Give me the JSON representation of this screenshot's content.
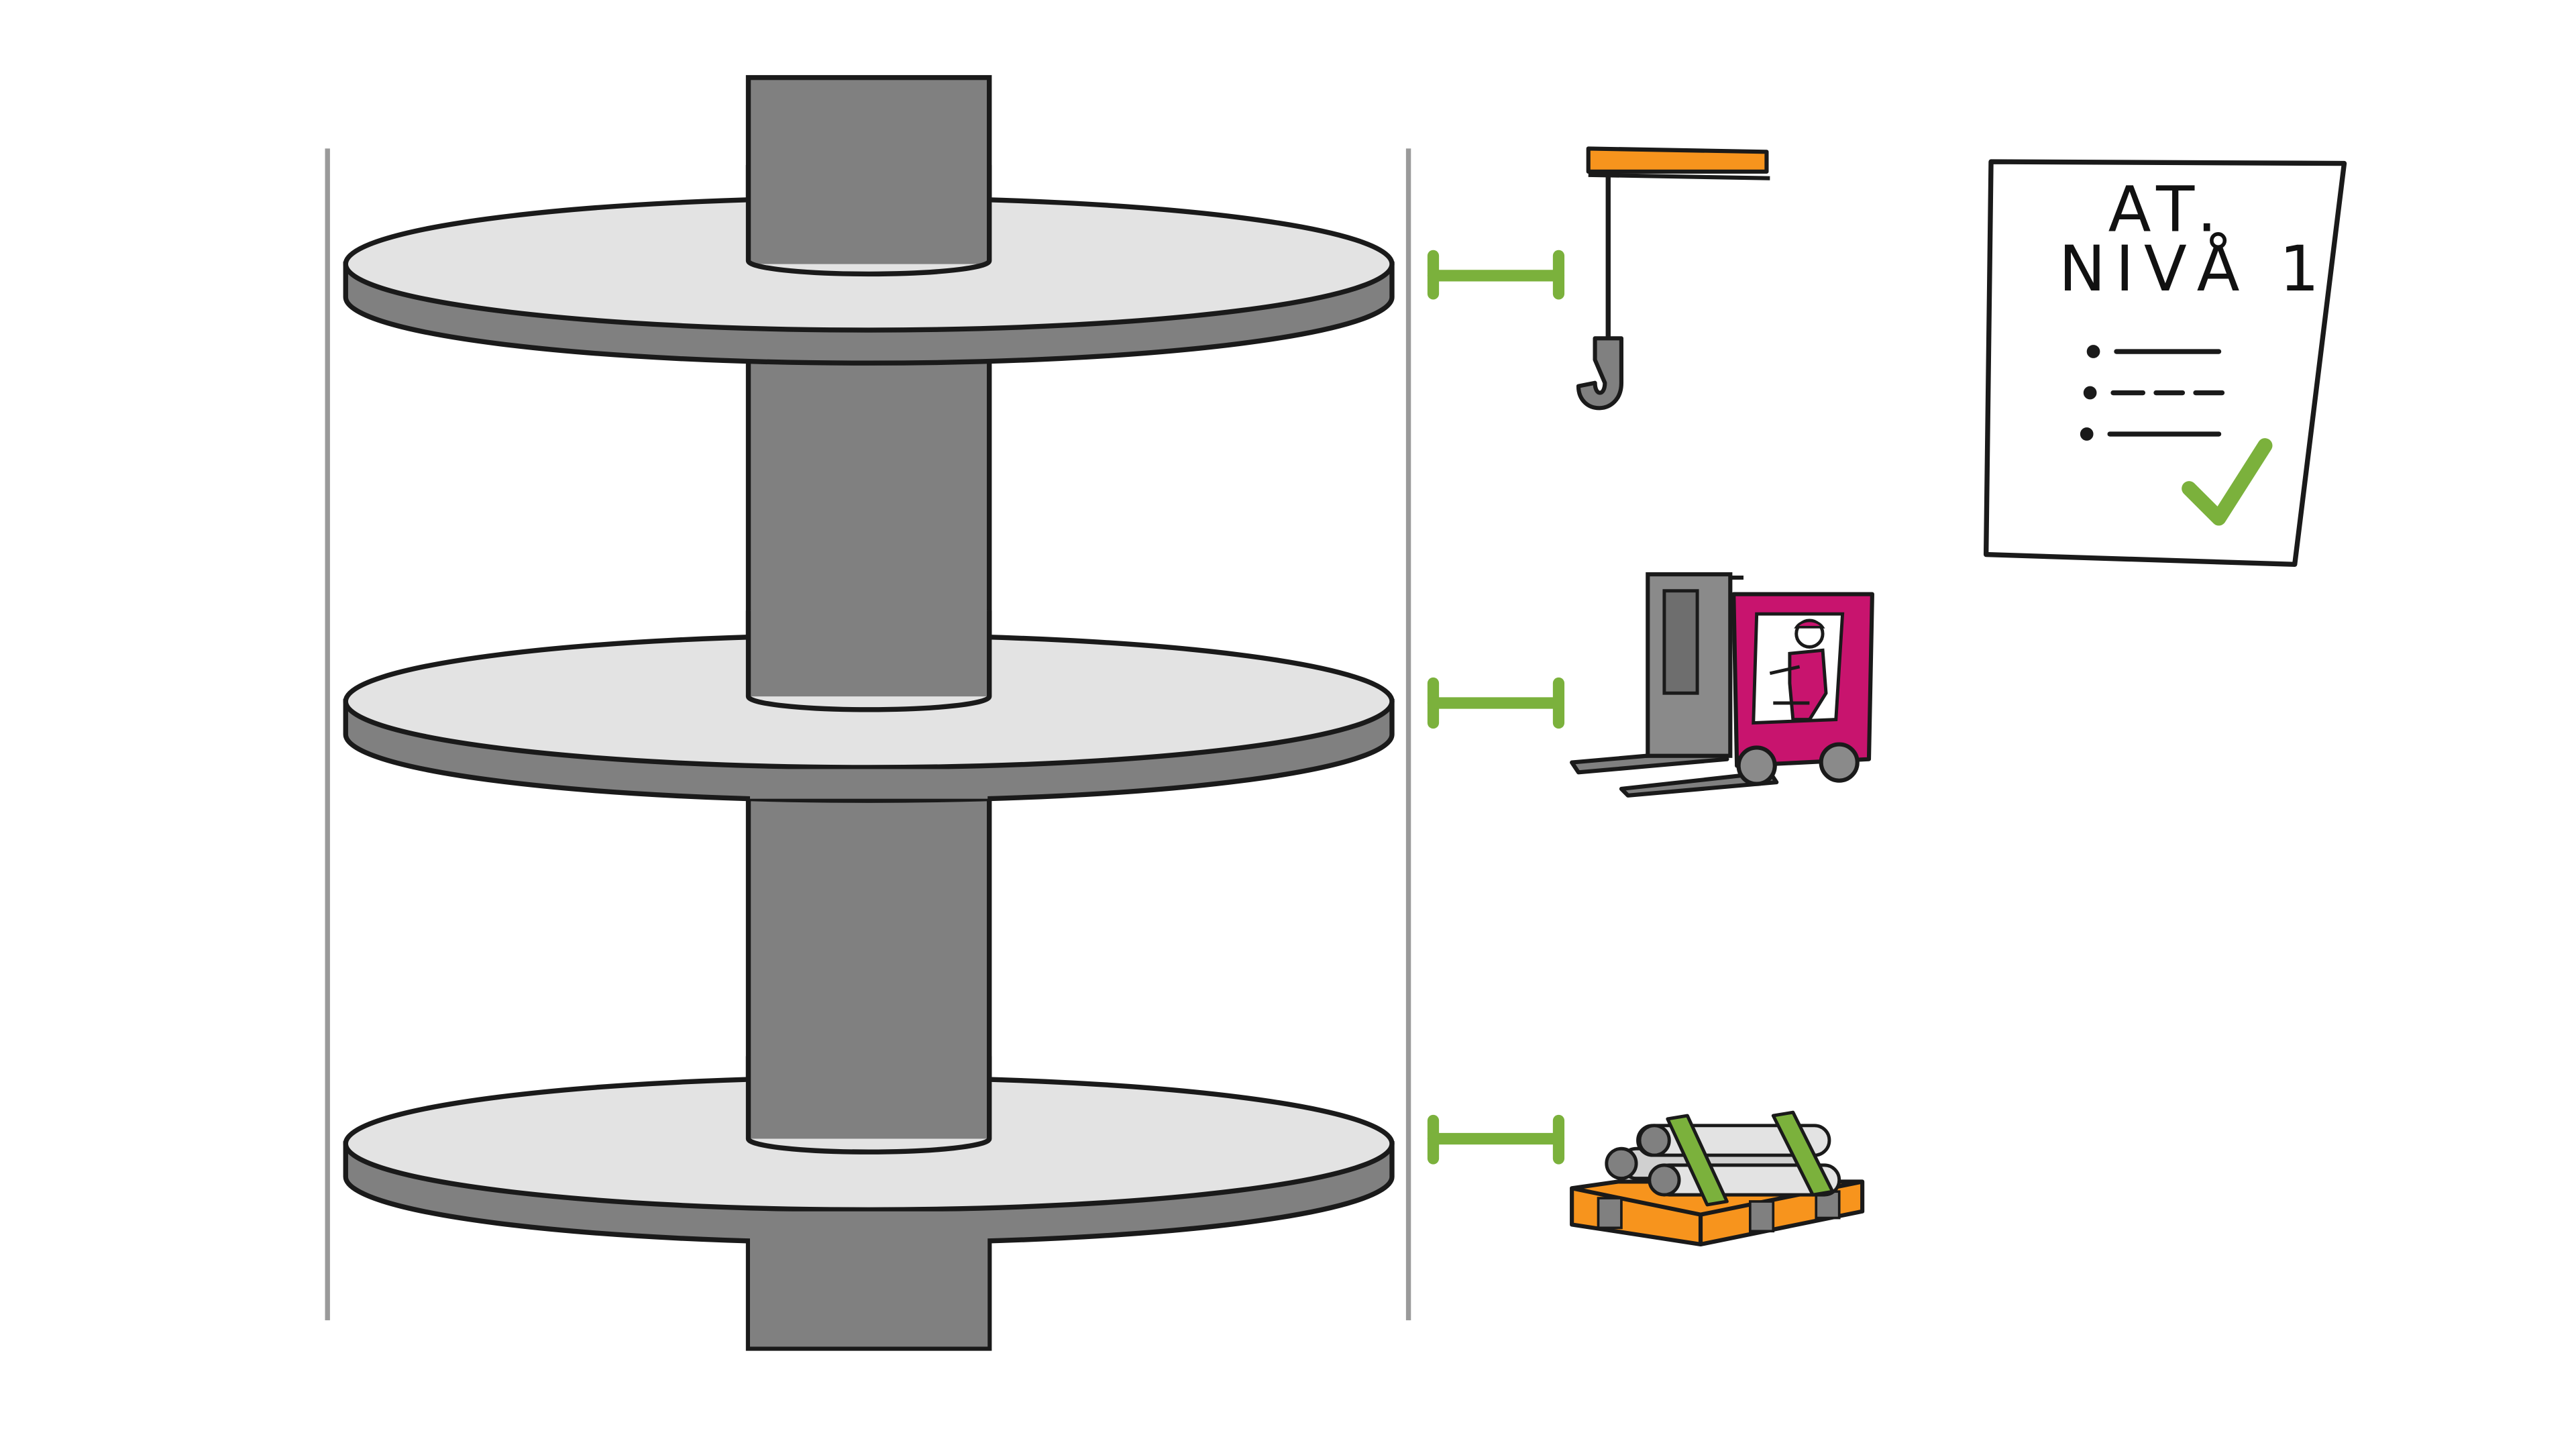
{
  "document": {
    "line1": "AT.",
    "line2": "NIVÅ 1",
    "checklist_items": 3,
    "checked": true
  },
  "colors": {
    "outline": "#1a1a1a",
    "shaft_gray": "#808080",
    "disc_top": "#e3e3e3",
    "disc_side": "#808080",
    "guide_line": "#9a9a9a",
    "distance_green": "#7bb13c",
    "crane_orange": "#f7941d",
    "forklift_magenta": "#c8146e",
    "forklift_mast": "#8a8a8a",
    "pallet_orange": "#f7941d",
    "check_green": "#7bb13c"
  },
  "icons": {
    "level_1": "crane-hook-icon",
    "level_2": "forklift-icon",
    "level_3": "strapped-load-pallet-icon",
    "document": "checklist-document-icon",
    "distance": "distance-marker-icon"
  }
}
